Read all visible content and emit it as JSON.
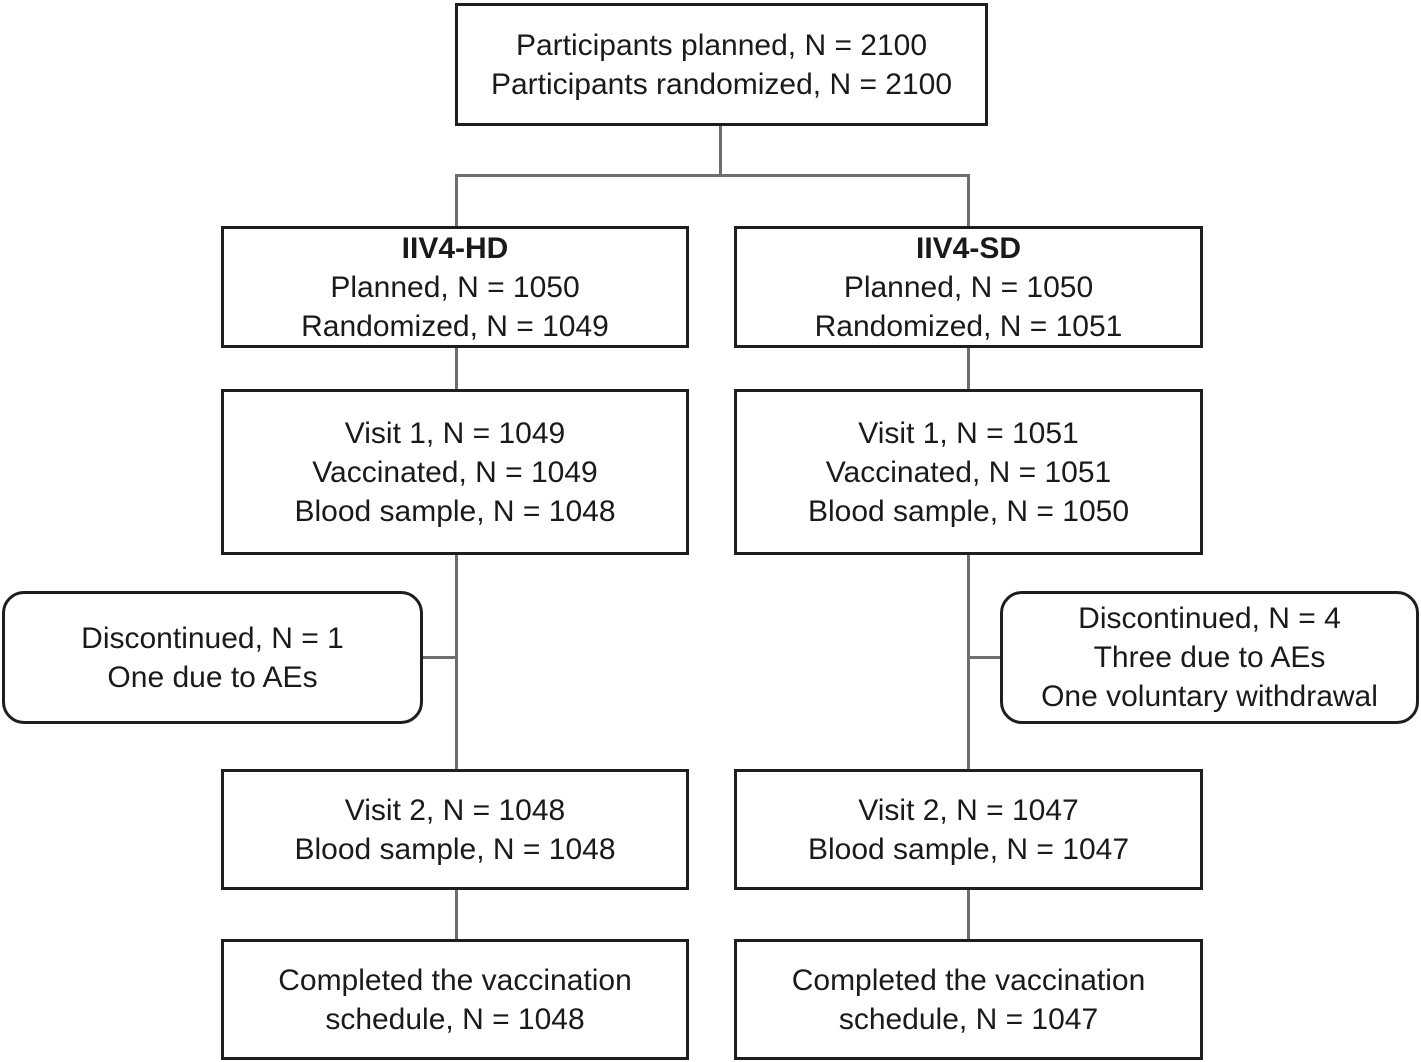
{
  "top": {
    "line1": "Participants planned, N = 2100",
    "line2": "Participants randomized, N = 2100"
  },
  "left": {
    "arm": {
      "name": "IIV4-HD",
      "planned": "Planned, N = 1050",
      "randomized": "Randomized, N = 1049"
    },
    "visit1": {
      "visit": "Visit 1, N = 1049",
      "vaccinated": "Vaccinated, N = 1049",
      "blood": "Blood sample, N = 1048"
    },
    "discontinued": {
      "line1": "Discontinued, N = 1",
      "line2": "One due to AEs"
    },
    "visit2": {
      "visit": "Visit 2, N = 1048",
      "blood": "Blood sample, N = 1048"
    },
    "completed": {
      "line1": "Completed the vaccination",
      "line2": "schedule, N = 1048"
    }
  },
  "right": {
    "arm": {
      "name": "IIV4-SD",
      "planned": "Planned, N = 1050",
      "randomized": "Randomized, N = 1051"
    },
    "visit1": {
      "visit": "Visit 1, N = 1051",
      "vaccinated": "Vaccinated, N = 1051",
      "blood": "Blood sample, N = 1050"
    },
    "discontinued": {
      "line1": "Discontinued, N = 4",
      "line2": "Three due to AEs",
      "line3": "One voluntary withdrawal"
    },
    "visit2": {
      "visit": "Visit 2, N = 1047",
      "blood": "Blood sample, N = 1047"
    },
    "completed": {
      "line1": "Completed the vaccination",
      "line2": "schedule, N = 1047"
    }
  }
}
